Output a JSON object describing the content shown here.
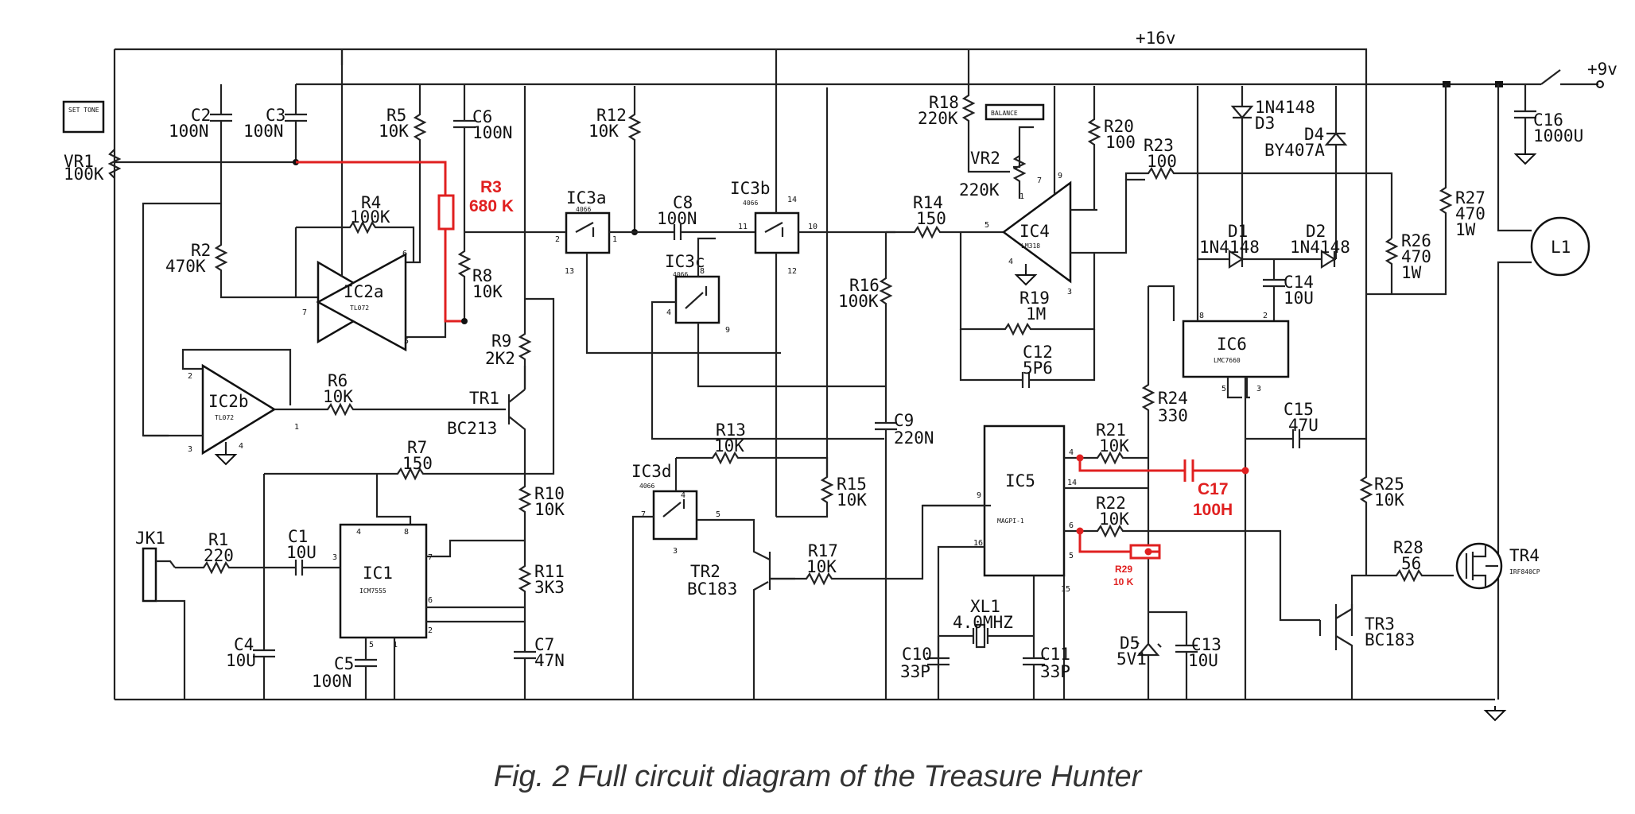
{
  "caption": "Fig. 2 Full circuit diagram of the Treasure Hunter",
  "rails": {
    "plus16": "+16v",
    "plus9": "+9v"
  },
  "switch_label": "SET TONE",
  "balance_label": "BALANCE",
  "icons": {
    "ground": "ground-icon",
    "switch": "switch-icon",
    "coil": "coil-icon",
    "jack": "jack-icon",
    "mosfet": "mosfet-icon"
  },
  "colors": {
    "wire": "#222222",
    "modification": "#e02020"
  },
  "components": {
    "VR1": [
      "VR1",
      "100K"
    ],
    "C2": [
      "C2",
      "100N"
    ],
    "C3": [
      "C3",
      "100N"
    ],
    "R5": [
      "R5",
      "10K"
    ],
    "C6": [
      "C6",
      "100N"
    ],
    "R4": [
      "R4",
      "100K"
    ],
    "R2": [
      "R2",
      "470K"
    ],
    "R8": [
      "R8",
      "10K"
    ],
    "R9": [
      "R9",
      "2K2"
    ],
    "R6": [
      "R6",
      "10K"
    ],
    "TR1": [
      "TR1",
      "BC213"
    ],
    "R7": [
      "R7",
      "150"
    ],
    "R10": [
      "R10",
      "10K"
    ],
    "R11": [
      "R11",
      "3K3"
    ],
    "C7": [
      "C7",
      "47N"
    ],
    "R1": [
      "R1",
      "220"
    ],
    "C1": [
      "C1",
      "10U"
    ],
    "C4": [
      "C4",
      "10U"
    ],
    "C5": [
      "C5",
      "100N"
    ],
    "JK1": [
      "JK1",
      ""
    ],
    "R12": [
      "R12",
      "10K"
    ],
    "C8": [
      "C8",
      "100N"
    ],
    "R16": [
      "R16",
      "100K"
    ],
    "C9": [
      "C9",
      "220N"
    ],
    "R13": [
      "R13",
      "10K"
    ],
    "R15": [
      "R15",
      "10K"
    ],
    "R17": [
      "R17",
      "10K"
    ],
    "TR2": [
      "TR2",
      "BC183"
    ],
    "R14": [
      "R14",
      "150"
    ],
    "R18": [
      "R18",
      "220K"
    ],
    "VR2": [
      "VR2",
      "220K"
    ],
    "R20": [
      "R20",
      "100"
    ],
    "R19": [
      "R19",
      "1M"
    ],
    "C12": [
      "C12",
      "5P6"
    ],
    "R23": [
      "R23",
      "100"
    ],
    "D3": [
      "1N4148",
      "D3"
    ],
    "D4": [
      "D4",
      "BY407A"
    ],
    "D1": [
      "D1",
      "1N4148"
    ],
    "D2": [
      "D2",
      "1N4148"
    ],
    "C14": [
      "C14",
      "10U"
    ],
    "R24": [
      "R24",
      "330"
    ],
    "C15": [
      "C15",
      "47U"
    ],
    "R21": [
      "R21",
      "10K"
    ],
    "R22": [
      "R22",
      "10K"
    ],
    "XL1": [
      "XL1",
      "4.0MHZ"
    ],
    "C10": [
      "C10",
      "33P"
    ],
    "C11": [
      "C11",
      "33P"
    ],
    "D5": [
      "D5",
      "5V1"
    ],
    "C13": [
      "C13",
      "10U"
    ],
    "C16": [
      "C16",
      "1000U"
    ],
    "R27": [
      "R27",
      "470",
      "1W"
    ],
    "R26": [
      "R26",
      "470",
      "1W"
    ],
    "L1": [
      "L1"
    ],
    "R25": [
      "R25",
      "10K"
    ],
    "R28": [
      "R28",
      "56"
    ],
    "TR3": [
      "TR3",
      "BC183"
    ],
    "TR4": [
      "TR4",
      "IRF840CP"
    ]
  },
  "ics": {
    "IC1": [
      "IC1",
      "ICM7555"
    ],
    "IC2a": [
      "IC2a",
      "TL072"
    ],
    "IC2b": [
      "IC2b",
      "TL072"
    ],
    "IC3a": [
      "IC3a",
      "4066"
    ],
    "IC3b": [
      "IC3b",
      "4066"
    ],
    "IC3c": [
      "IC3c",
      "4066"
    ],
    "IC3d": [
      "IC3d",
      "4066"
    ],
    "IC4": [
      "IC4",
      "LM318"
    ],
    "IC5": [
      "IC5",
      "MAGPI-1"
    ],
    "IC6": [
      "IC6",
      "LMC7660"
    ]
  },
  "pins": {
    "ic2a": [
      "6",
      "7",
      "5"
    ],
    "ic2b": [
      "2",
      "1",
      "3",
      "4"
    ],
    "ic1": [
      "4",
      "8",
      "3",
      "7",
      "6",
      "2",
      "5",
      "1"
    ],
    "ic3a": [
      "2",
      "1",
      "13"
    ],
    "ic3b": [
      "11",
      "10",
      "14",
      "12"
    ],
    "ic3c": [
      "8",
      "4",
      "9"
    ],
    "ic3d": [
      "7",
      "4",
      "5",
      "3"
    ],
    "ic4": [
      "5",
      "4",
      "1",
      "9",
      "7",
      "3"
    ],
    "ic5": [
      "4",
      "14",
      "6",
      "5",
      "9",
      "16",
      "15"
    ],
    "ic6": [
      "8",
      "2",
      "5",
      "3"
    ]
  },
  "mods": {
    "R3": [
      "R3",
      "680 K"
    ],
    "C17": [
      "C17",
      "100H"
    ],
    "R29": [
      "R29",
      "10 K"
    ]
  }
}
